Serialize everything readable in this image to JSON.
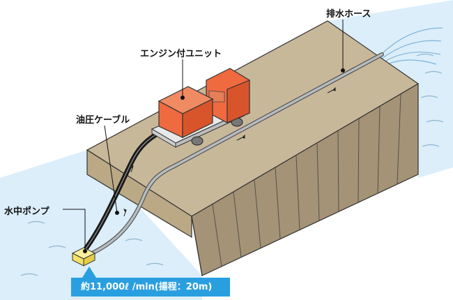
{
  "labels": {
    "discharge_hose": "排水ホース",
    "engine_unit": "エンジン付ユニット",
    "hydraulic_cable": "油圧ケーブル",
    "submersible_pump": "水中ポンプ"
  },
  "flow_rate": "約11,000ℓ /min(揚程：20m)",
  "colors": {
    "water": "#dbeefa",
    "ground_top": "#c8b89a",
    "ground_side": "#a49377",
    "unit_orange": "#ef6a3e",
    "pump_yellow": "#f5e06a",
    "badge_blue": "#2a9fe0",
    "hose": "#8a8f94",
    "cable": "#1a1a1a"
  }
}
